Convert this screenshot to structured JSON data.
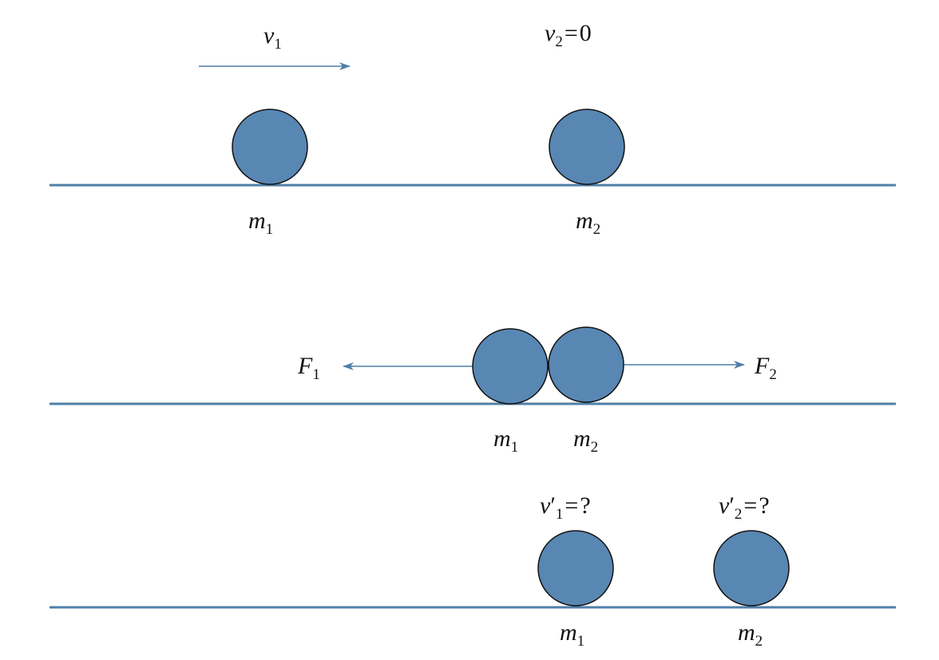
{
  "colors": {
    "ball_fill": "#5887b3",
    "ball_stroke": "#111111",
    "line": "#4f7fa8",
    "arrow": "#4f7fa8",
    "text": "#111111"
  },
  "panel1": {
    "v1": {
      "sym": "v",
      "sub": "1"
    },
    "v2": {
      "sym": "v",
      "sub": "2",
      "eq": "=",
      "val": "0"
    },
    "m1": {
      "sym": "m",
      "sub": "1"
    },
    "m2": {
      "sym": "m",
      "sub": "2"
    }
  },
  "panel2": {
    "F1": {
      "sym": "F",
      "sub": "1"
    },
    "F2": {
      "sym": "F",
      "sub": "2"
    },
    "m1": {
      "sym": "m",
      "sub": "1"
    },
    "m2": {
      "sym": "m",
      "sub": "2"
    }
  },
  "panel3": {
    "v1p": {
      "sym": "v",
      "prime": "′",
      "sub": "1",
      "eq": "=",
      "val": "?"
    },
    "v2p": {
      "sym": "v",
      "prime": "′",
      "sub": "2",
      "eq": "=",
      "val": "?"
    },
    "m1": {
      "sym": "m",
      "sub": "1"
    },
    "m2": {
      "sym": "m",
      "sub": "2"
    }
  }
}
